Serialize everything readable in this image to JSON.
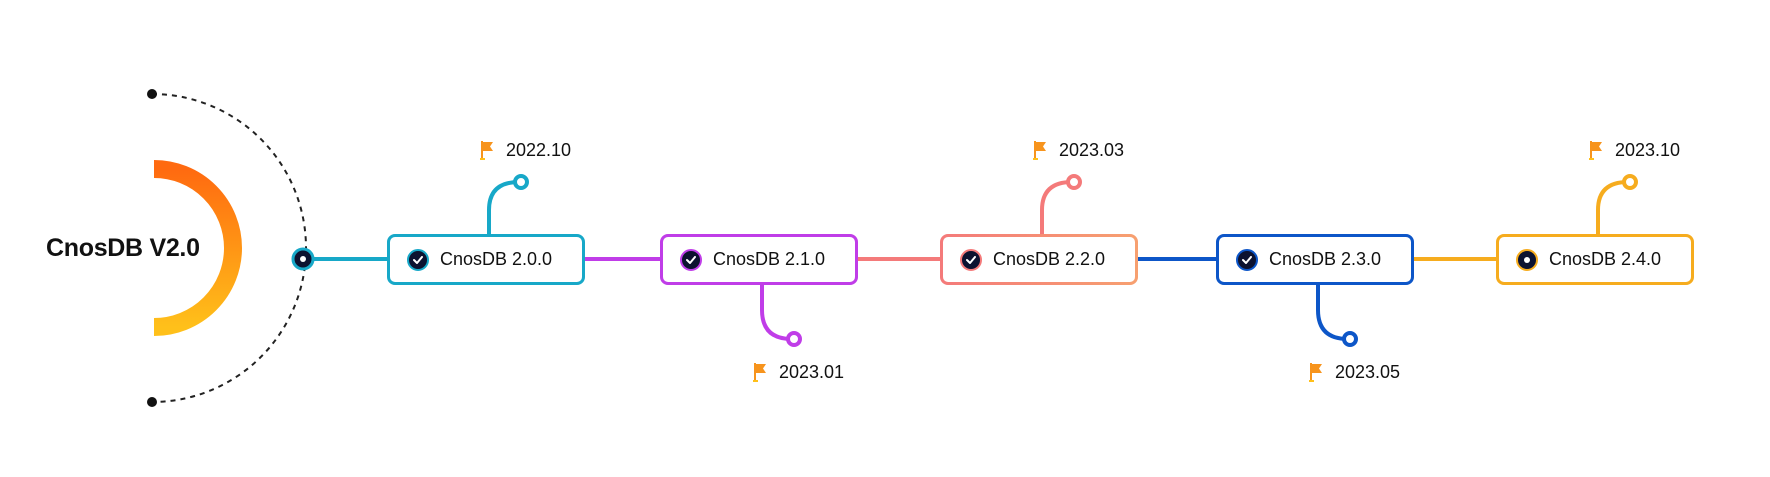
{
  "title": "CnosDB V2.0",
  "colors": {
    "gauge_start": "#ff6a10",
    "gauge_end": "#ffc01a",
    "flag": "#f7941d",
    "check_bg": "#0c1230"
  },
  "milestones": [
    {
      "label": "CnosDB 2.0.0",
      "date": "2022.10",
      "color": "#17a8c8",
      "color2": "#17a8c8",
      "connector": "above",
      "check_icon": "check-icon"
    },
    {
      "label": "CnosDB 2.1.0",
      "date": "2023.01",
      "color": "#c03de8",
      "color2": "#c03de8",
      "connector": "below",
      "check_icon": "check-icon"
    },
    {
      "label": "CnosDB 2.2.0",
      "date": "2023.03",
      "color": "#f47a7a",
      "color2": "#f7a070",
      "connector": "above",
      "check_icon": "check-icon"
    },
    {
      "label": "CnosDB 2.3.0",
      "date": "2023.05",
      "color": "#0d56c8",
      "color2": "#0d56c8",
      "connector": "below",
      "check_icon": "check-icon"
    },
    {
      "label": "CnosDB 2.4.0",
      "date": "2023.10",
      "color": "#f6ac1e",
      "color2": "#f6ac1e",
      "connector": "above",
      "check_icon": "dot-icon"
    }
  ]
}
